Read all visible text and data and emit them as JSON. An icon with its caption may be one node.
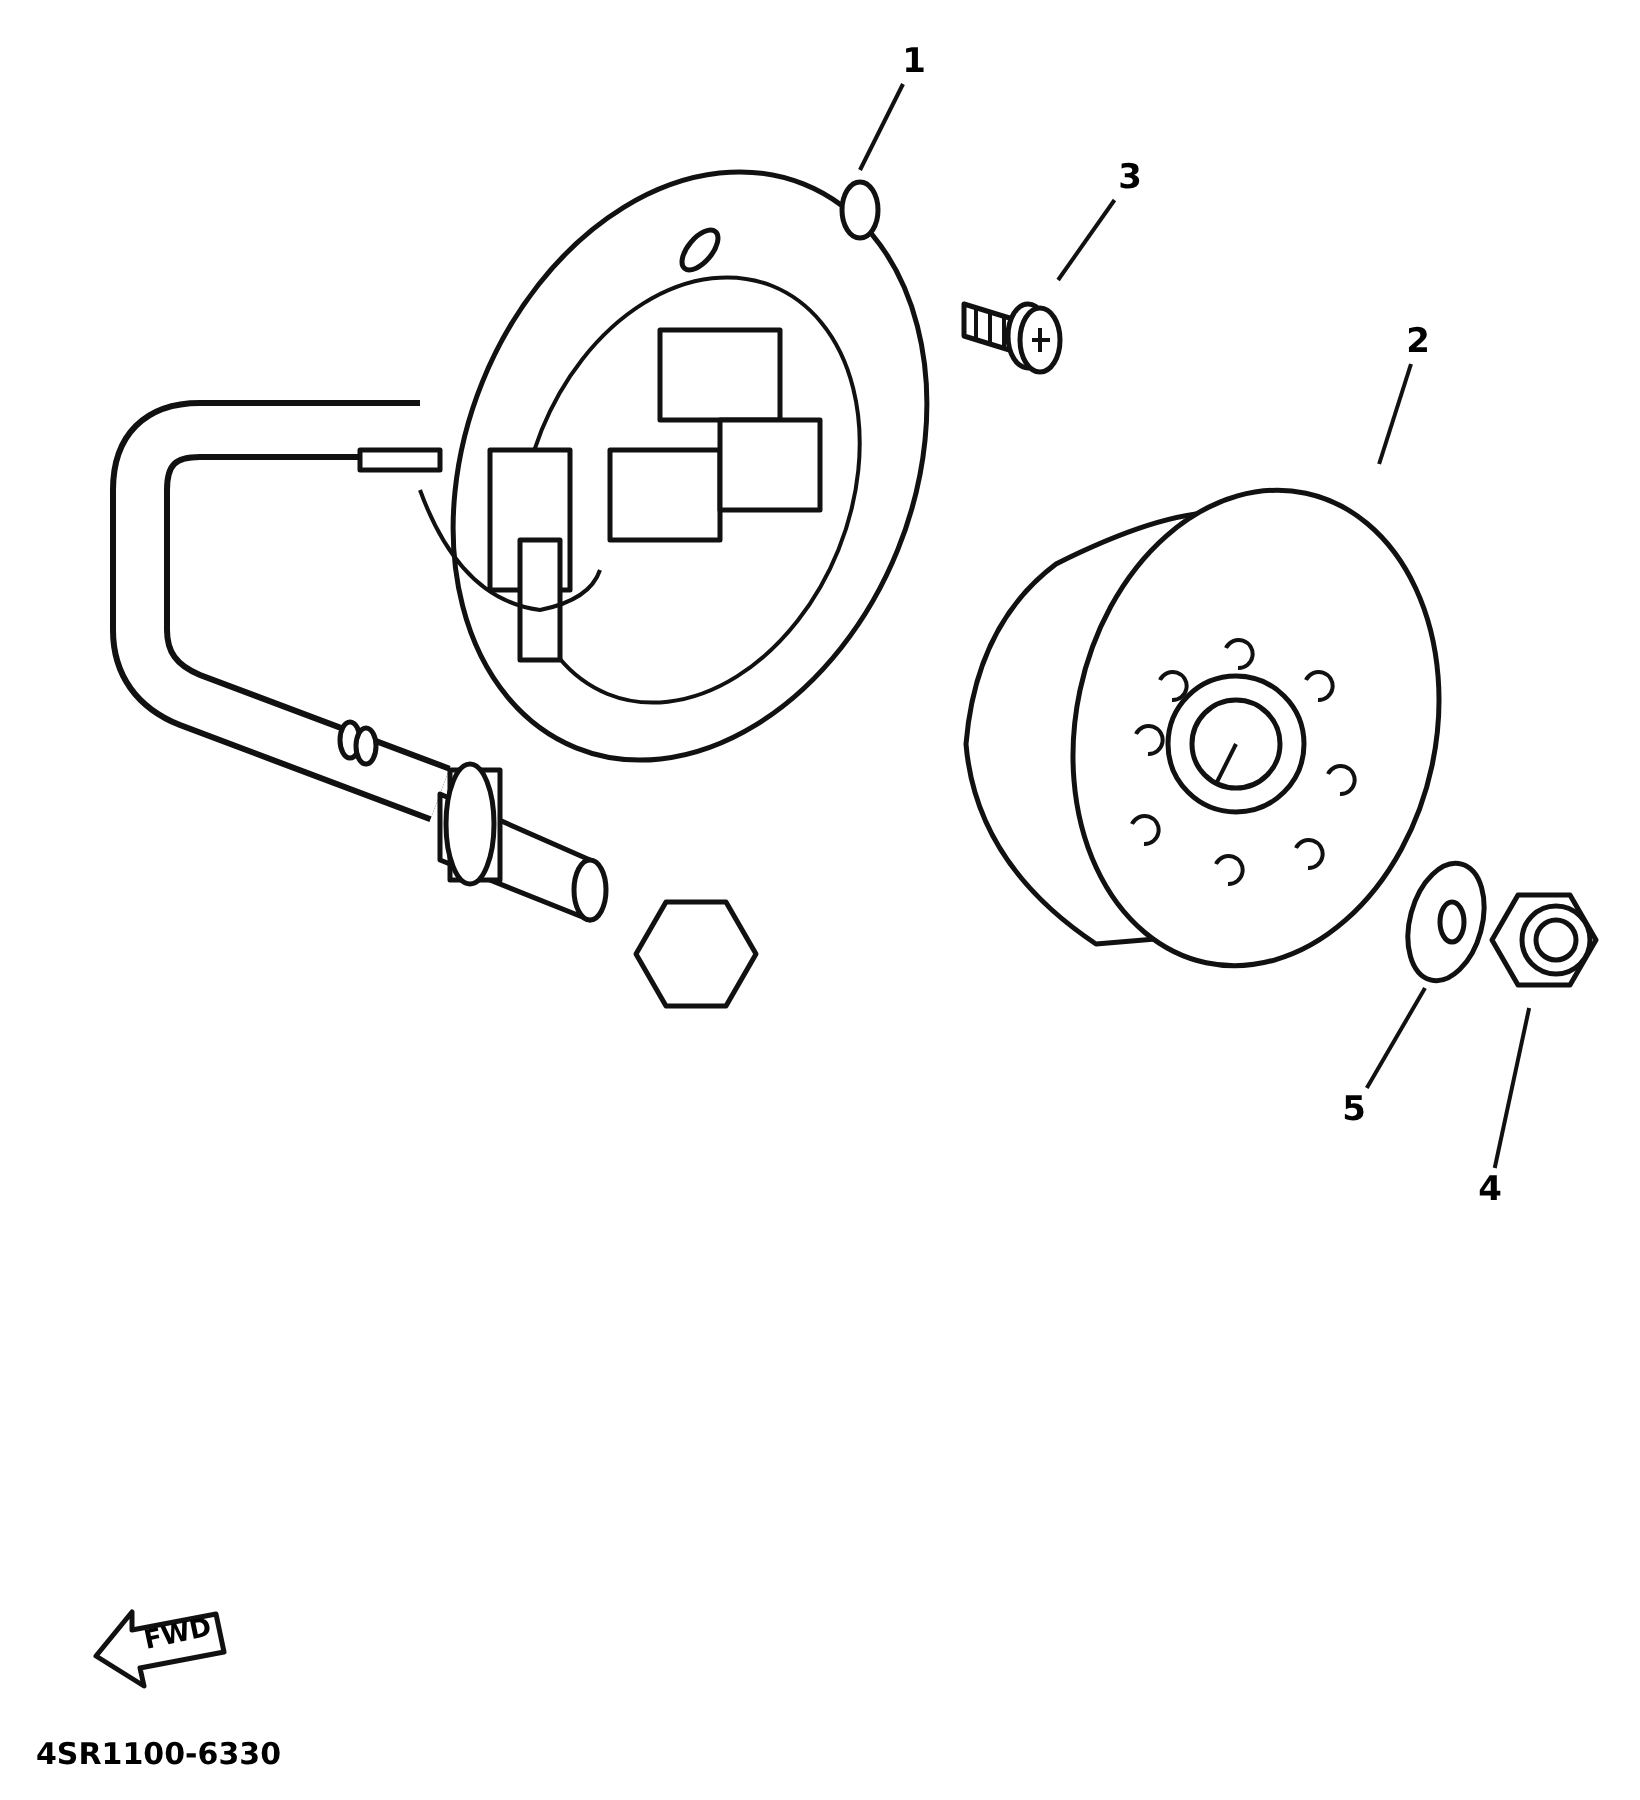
{
  "diagram": {
    "nodes": [
      {
        "text": [
          "1"
        ]
      },
      {
        "text": [
          "3"
        ]
      },
      {
        "text": [
          "2"
        ]
      },
      {
        "text": [
          "5"
        ]
      },
      {
        "text": [
          "4"
        ]
      },
      {
        "text": [],
        "shape": "picture"
      },
      {
        "text": [],
        "shape": "picture"
      },
      {
        "text": [],
        "shape": "picture"
      },
      {
        "text": [],
        "shape": "picture"
      },
      {
        "text": [],
        "shape": "picture"
      }
    ],
    "edges": [
      {
        "from": 0,
        "to": 5,
        "arrow": "none"
      },
      {
        "from": 1,
        "to": 6,
        "arrow": "none"
      },
      {
        "from": 2,
        "to": 7,
        "arrow": "none"
      },
      {
        "from": 3,
        "to": 8,
        "arrow": "none"
      },
      {
        "from": 4,
        "to": 9,
        "arrow": "none"
      }
    ],
    "labels": [
      "FWD",
      "4SR1100-6330"
    ]
  }
}
